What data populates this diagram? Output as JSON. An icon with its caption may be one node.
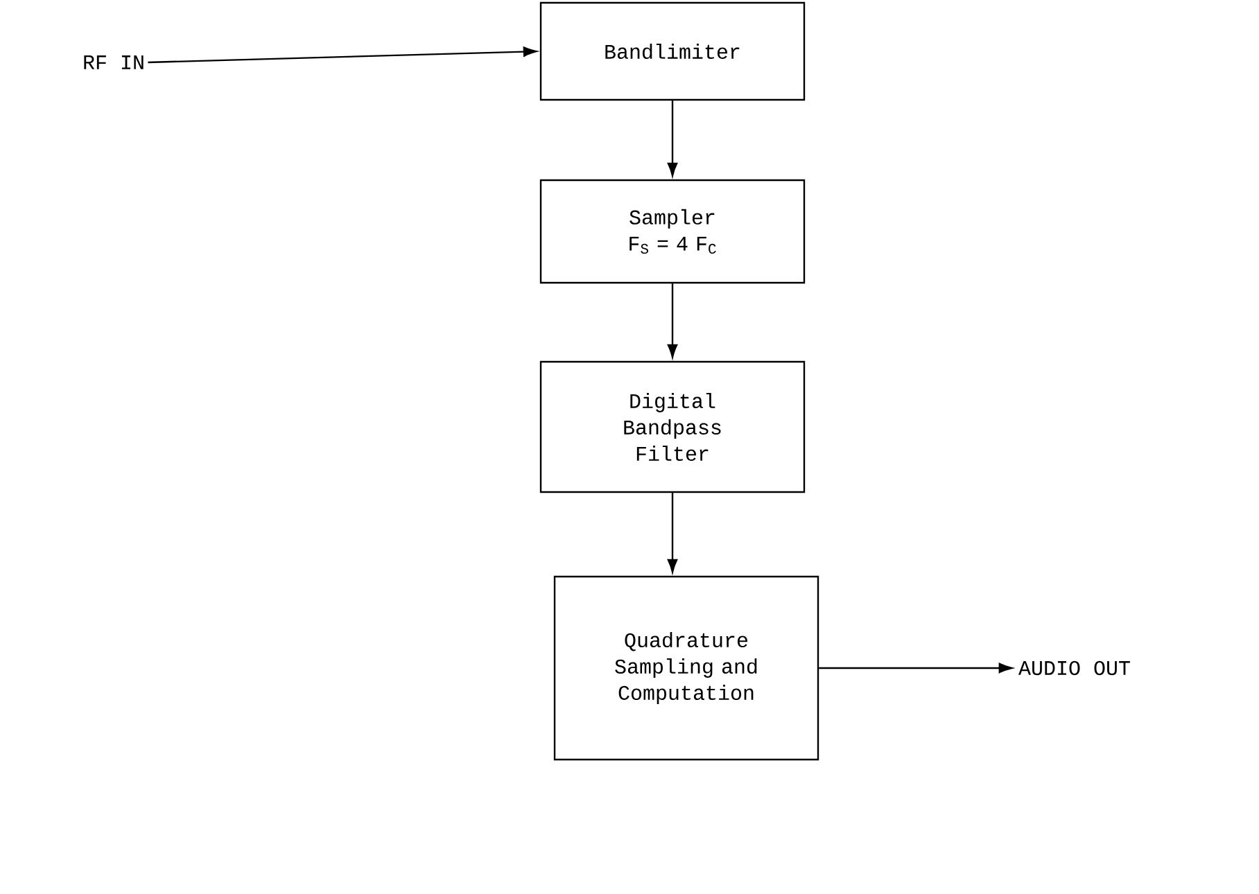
{
  "diagram": {
    "nodes": [
      {
        "text": [
          "RF  IN"
        ]
      },
      {
        "text": [
          "Bandlimiter"
        ]
      },
      {
        "text": [
          "Sampler",
          "F$_{S}$ = 4 F$_{C}$"
        ]
      },
      {
        "text": [
          "Digital Bandpass Filter"
        ]
      },
      {
        "text": [
          "Quadrature Sampling and Computation"
        ]
      },
      {
        "text": [
          "AUDIO OUT"
        ]
      }
    ],
    "edges": [
      {
        "from": 0,
        "to": 1,
        "arrow": "to"
      },
      {
        "from": 1,
        "to": 2,
        "arrow": "to"
      },
      {
        "from": 2,
        "to": 3,
        "arrow": "to"
      },
      {
        "from": 3,
        "to": 4,
        "arrow": "to"
      },
      {
        "from": 4,
        "to": 5,
        "arrow": "to"
      }
    ]
  }
}
